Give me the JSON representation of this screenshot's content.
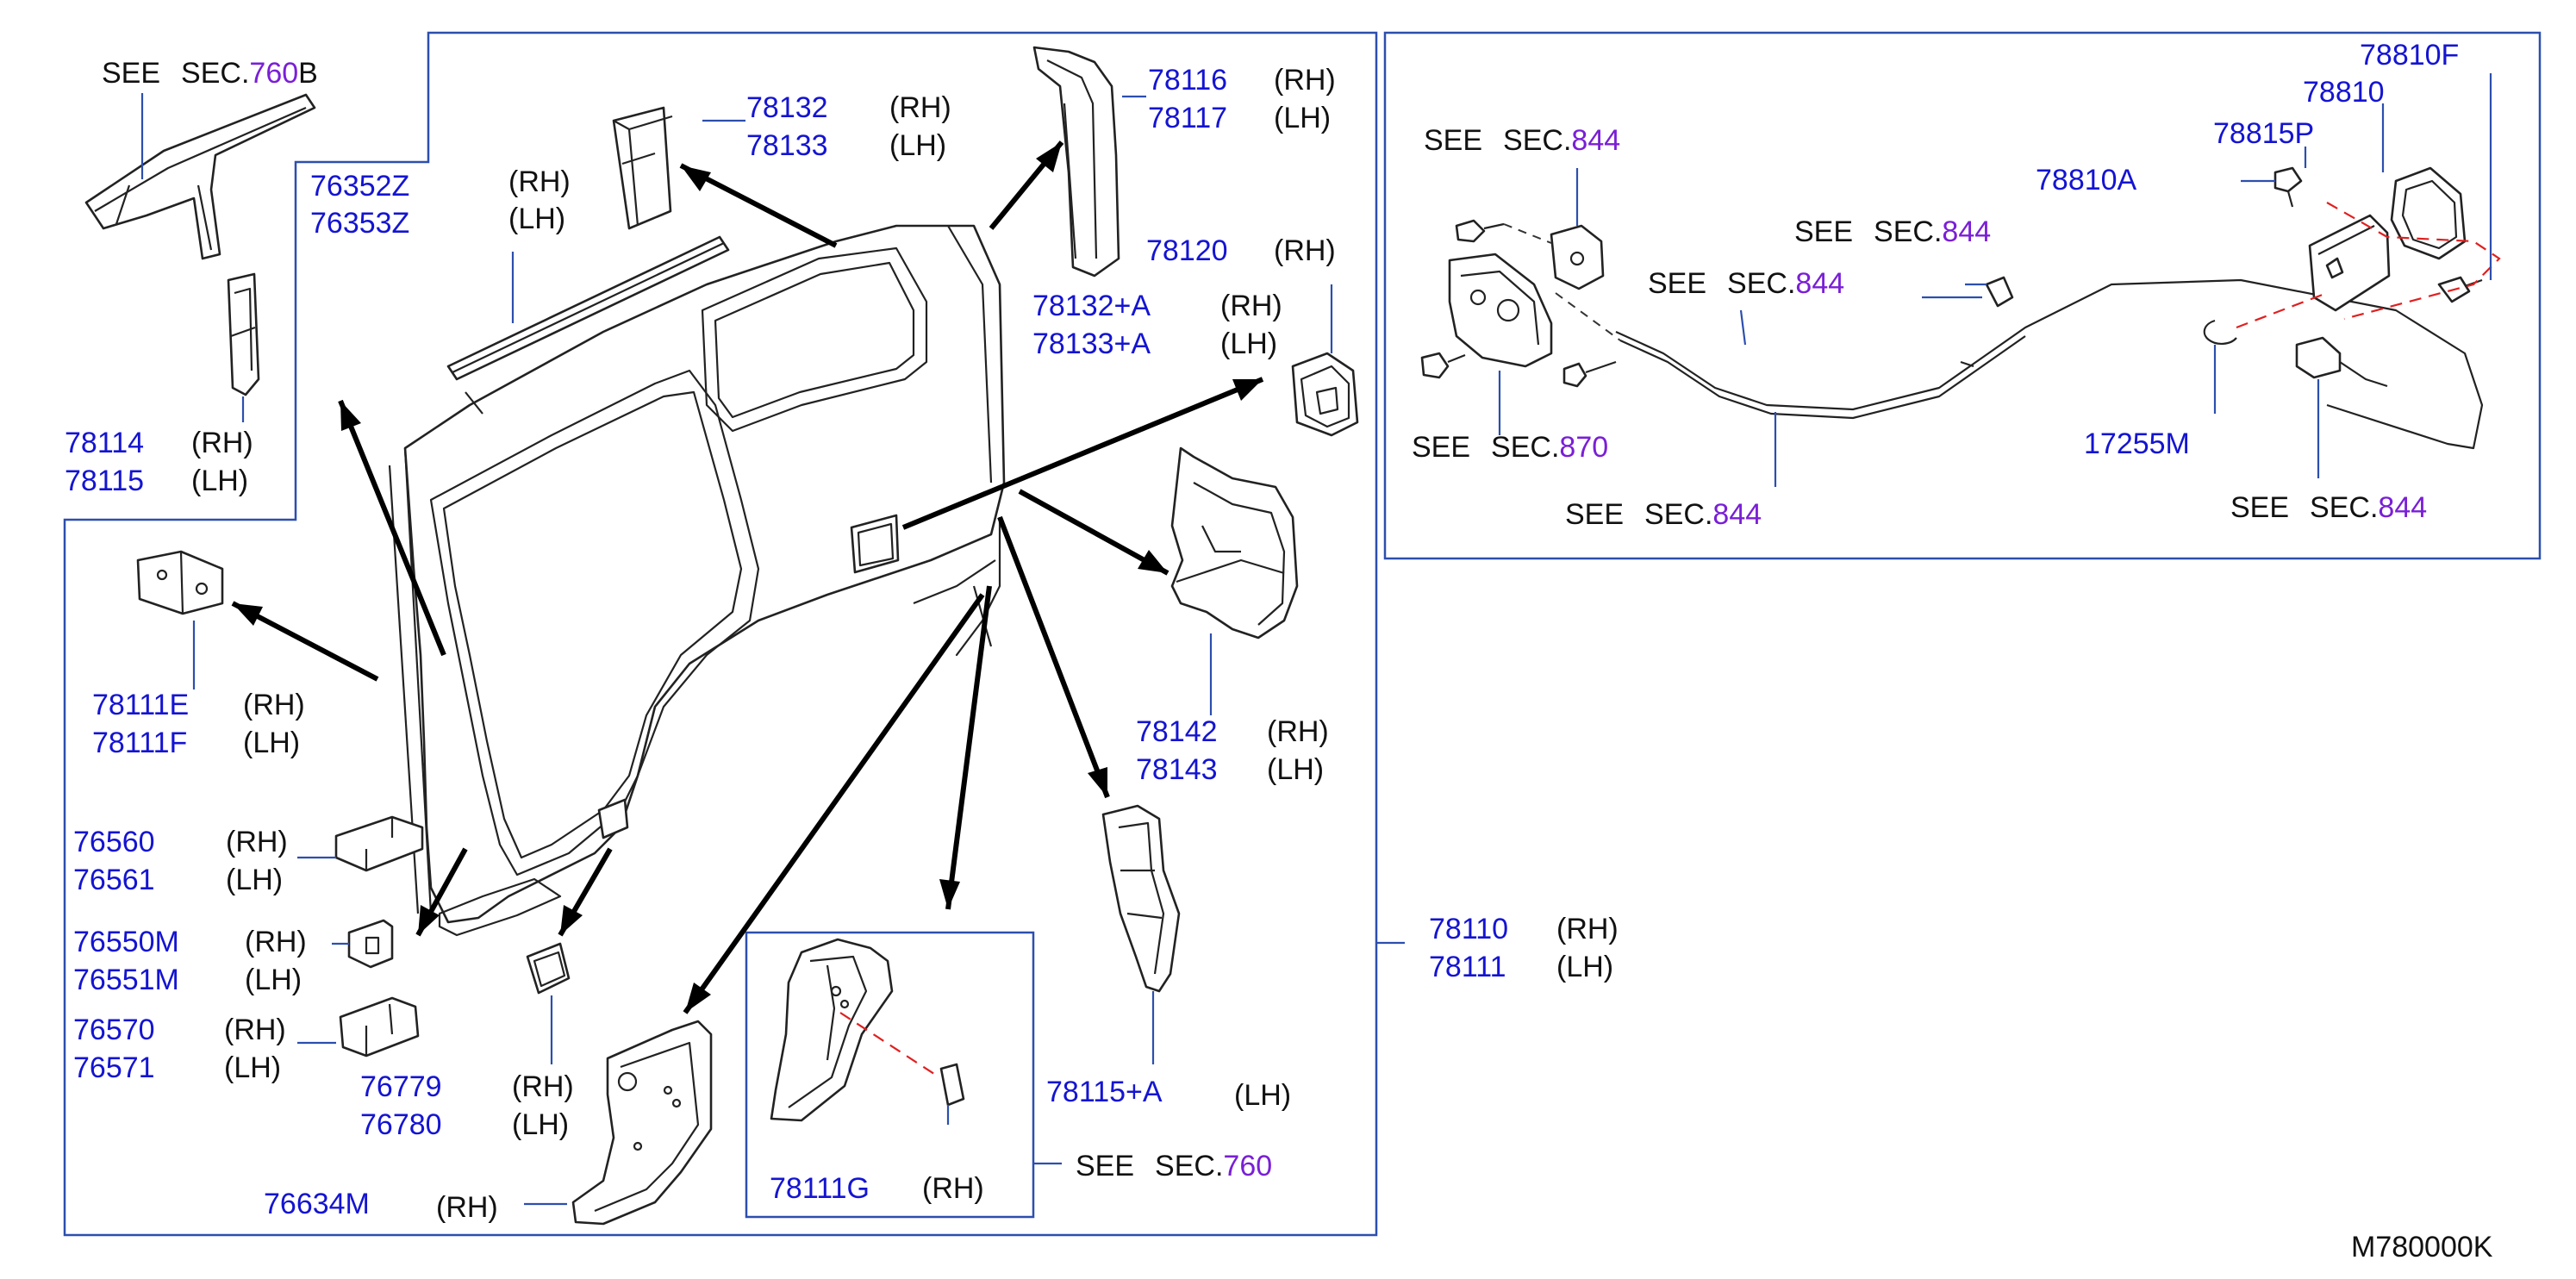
{
  "labels": {
    "sec760b": {
      "see": "SEE",
      "sec": "SEC.",
      "num": "760",
      "suffix": "B"
    },
    "pn_76352z": "76352Z",
    "pn_76353z": "76353Z",
    "rh_76352": "(RH)",
    "lh_76353": "(LH)",
    "pn_78132": "78132",
    "pn_78133": "78133",
    "rh_78132": "(RH)",
    "lh_78133": "(LH)",
    "pn_78116": "78116",
    "pn_78117": "78117",
    "rh_78116": "(RH)",
    "lh_78117": "(LH)",
    "pn_78120": "78120",
    "rh_78120": "(RH)",
    "pn_78132a": "78132+A",
    "pn_78133a": "78133+A",
    "rh_78132a": "(RH)",
    "lh_78133a": "(LH)",
    "pn_78114": "78114",
    "pn_78115": "78115",
    "rh_78114": "(RH)",
    "lh_78115": "(LH)",
    "pn_78111e": "78111E",
    "pn_78111f": "78111F",
    "rh_78111e": "(RH)",
    "lh_78111f": "(LH)",
    "pn_78142": "78142",
    "pn_78143": "78143",
    "rh_78142": "(RH)",
    "lh_78143": "(LH)",
    "pn_76560": "76560",
    "pn_76561": "76561",
    "rh_76560": "(RH)",
    "lh_76561": "(LH)",
    "pn_76550m": "76550M",
    "pn_76551m": "76551M",
    "rh_76550m": "(RH)",
    "lh_76551m": "(LH)",
    "pn_76570": "76570",
    "pn_76571": "76571",
    "rh_76570": "(RH)",
    "lh_76571": "(LH)",
    "pn_76779": "76779",
    "pn_76780": "76780",
    "rh_76779": "(RH)",
    "lh_76780": "(LH)",
    "pn_78115a": "78115+A",
    "lh_78115a": "(LH)",
    "pn_76634m": "76634M",
    "rh_76634m": "(RH)",
    "pn_78111g": "78111G",
    "rh_78111g": "(RH)",
    "sec760": {
      "see": "SEE",
      "sec": "SEC.",
      "num": "760"
    },
    "pn_78110": "78110",
    "pn_78111": "78111",
    "rh_78110": "(RH)",
    "lh_78111": "(LH)",
    "sec844_a": {
      "see": "SEE",
      "sec": "SEC.",
      "num": "844"
    },
    "sec844_b": {
      "see": "SEE",
      "sec": "SEC.",
      "num": "844"
    },
    "sec844_c": {
      "see": "SEE",
      "sec": "SEC.",
      "num": "844"
    },
    "sec870": {
      "see": "SEE",
      "sec": "SEC.",
      "num": "870"
    },
    "sec844_d": {
      "see": "SEE",
      "sec": "SEC.",
      "num": "844"
    },
    "sec844_e": {
      "see": "SEE",
      "sec": "SEC.",
      "num": "844"
    },
    "pn_78810f": "78810F",
    "pn_78810": "78810",
    "pn_78815p": "78815P",
    "pn_78810a": "78810A",
    "pn_17255m": "17255M",
    "code": "M780000K"
  },
  "colors": {
    "part_number": "#1414d2",
    "section_number": "#7a1fd6",
    "frame": "#2c4fae",
    "dashed_guide": "#e02020",
    "text": "#111111"
  }
}
